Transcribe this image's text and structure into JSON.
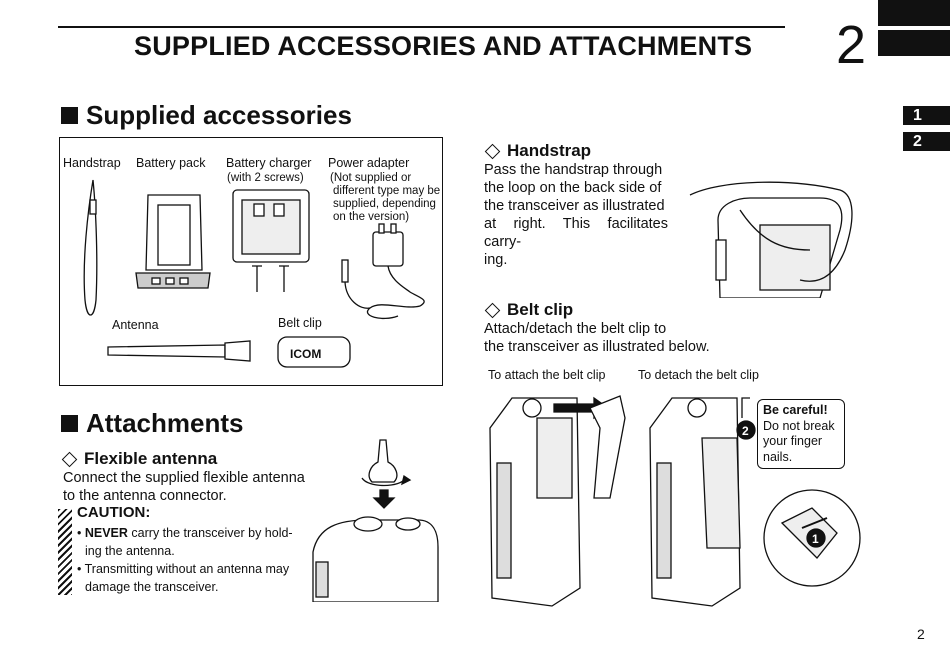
{
  "header": {
    "chapter_title": "SUPPLIED ACCESSORIES AND ATTACHMENTS",
    "chapter_number": "2",
    "side_tabs": [
      "1",
      "2"
    ]
  },
  "supplied": {
    "heading": "Supplied accessories",
    "items": {
      "handstrap": "Handstrap",
      "battery_pack": "Battery pack",
      "battery_charger": "Battery charger",
      "battery_charger_note": "(with 2 screws)",
      "power_adapter": "Power adapter",
      "power_adapter_note": [
        "(Not supplied or",
        "different type may be",
        "supplied, depending",
        "on the version)"
      ],
      "antenna": "Antenna",
      "belt_clip": "Belt clip",
      "belt_clip_logo": "ICOM"
    }
  },
  "handstrap_section": {
    "heading": "Handstrap",
    "text": [
      "Pass the handstrap through",
      "the loop on the back side of",
      "the transceiver as illustrated",
      "at right. This facilitates carry-",
      "ing."
    ]
  },
  "beltclip_section": {
    "heading": "Belt clip",
    "text": [
      "Attach/detach the belt clip to",
      "the transceiver as illustrated below."
    ],
    "attach_label": "To attach the belt clip",
    "detach_label": "To detach the belt clip",
    "step_1": "1",
    "step_2": "2",
    "note_title": "Be careful!",
    "note_text": [
      "Do not break",
      "your finger",
      "nails."
    ]
  },
  "attachments": {
    "heading": "Attachments",
    "flex_heading": "Flexible antenna",
    "flex_text": [
      "Connect the supplied flexible antenna",
      "to the antenna connector."
    ],
    "caution_title": "CAUTION:",
    "caution_1_bold": "NEVER",
    "caution_1_rest": " carry the transceiver by hold-",
    "caution_1_cont": "ing the antenna.",
    "caution_2": "Transmitting without an antenna may",
    "caution_2_cont": "damage the transceiver."
  },
  "footer": {
    "page_number": "2"
  }
}
